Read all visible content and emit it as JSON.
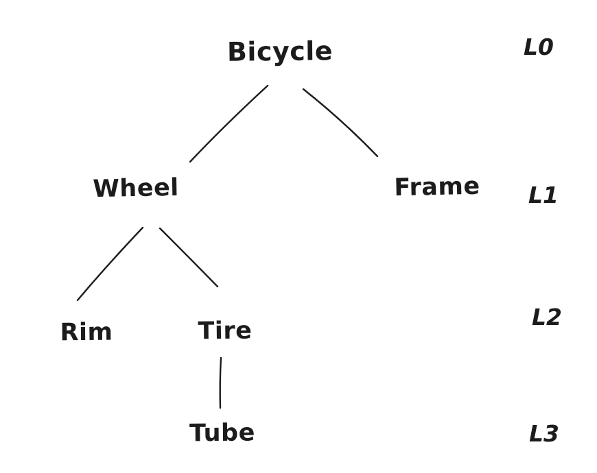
{
  "diagram": {
    "type": "tree",
    "style": "hand-drawn-sketch",
    "ink_color": "#1c1c1c",
    "background_color": "#ffffff",
    "nodes": [
      {
        "id": "bicycle",
        "label": "Bicycle",
        "level": 0,
        "parent": null
      },
      {
        "id": "wheel",
        "label": "Wheel",
        "level": 1,
        "parent": "Bicycle"
      },
      {
        "id": "frame",
        "label": "Frame",
        "level": 1,
        "parent": "Bicycle"
      },
      {
        "id": "rim",
        "label": "Rim",
        "level": 2,
        "parent": "Wheel"
      },
      {
        "id": "tire",
        "label": "Tire",
        "level": 2,
        "parent": "Wheel"
      },
      {
        "id": "tube",
        "label": "Tube",
        "level": 3,
        "parent": "Tire"
      }
    ],
    "edges": [
      {
        "from": "Bicycle",
        "to": "Wheel"
      },
      {
        "from": "Bicycle",
        "to": "Frame"
      },
      {
        "from": "Wheel",
        "to": "Rim"
      },
      {
        "from": "Wheel",
        "to": "Tire"
      },
      {
        "from": "Tire",
        "to": "Tube"
      }
    ],
    "level_labels": [
      {
        "label": "L0"
      },
      {
        "label": "L1"
      },
      {
        "label": "L2"
      },
      {
        "label": "L3"
      }
    ]
  }
}
